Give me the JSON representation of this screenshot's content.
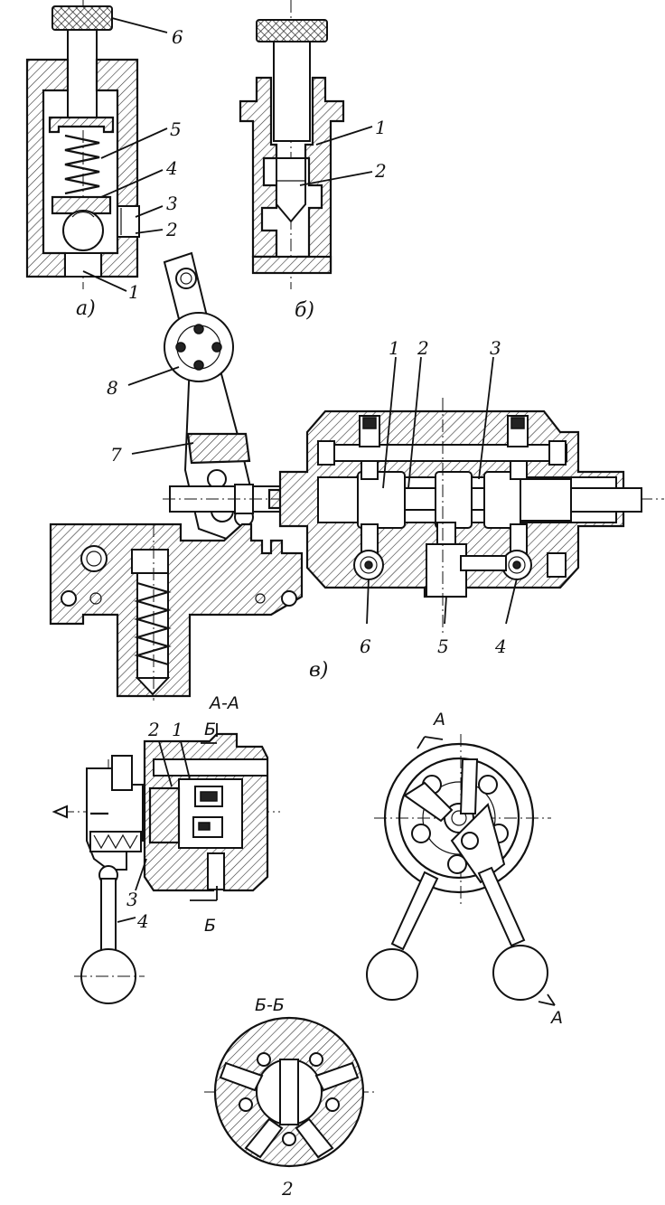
{
  "diagram_a": {
    "caption": "а)",
    "labels": [
      "6",
      "5",
      "4",
      "3",
      "2",
      "1"
    ]
  },
  "diagram_b": {
    "caption": "б)",
    "labels": [
      "1",
      "2"
    ]
  },
  "diagram_v": {
    "caption": "в)",
    "labels_top": [
      "1",
      "2",
      "3"
    ],
    "labels_left": [
      "8",
      "7"
    ],
    "labels_bottom": [
      "6",
      "5",
      "4"
    ]
  },
  "section_aa": {
    "title": "А-А",
    "labels": [
      "2",
      "1",
      "3",
      "4"
    ],
    "cut_marks": [
      "Б",
      "Б"
    ]
  },
  "view_right": {
    "cut_marks": [
      "А",
      "А"
    ]
  },
  "section_bb": {
    "title": "Б-Б",
    "label": "2"
  }
}
